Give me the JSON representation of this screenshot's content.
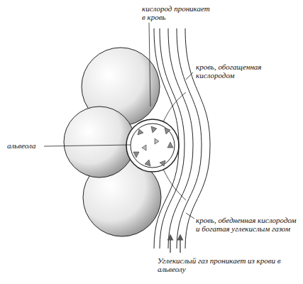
{
  "diagram": {
    "labels": [
      "кислород проникает в кровь",
      "кровь, обогащенная кислородом",
      "альвеола",
      "кровь, обедненная кислородом и богатая углекислым газом",
      "Углекислый газ проникает из крови в альвеолу"
    ]
  }
}
